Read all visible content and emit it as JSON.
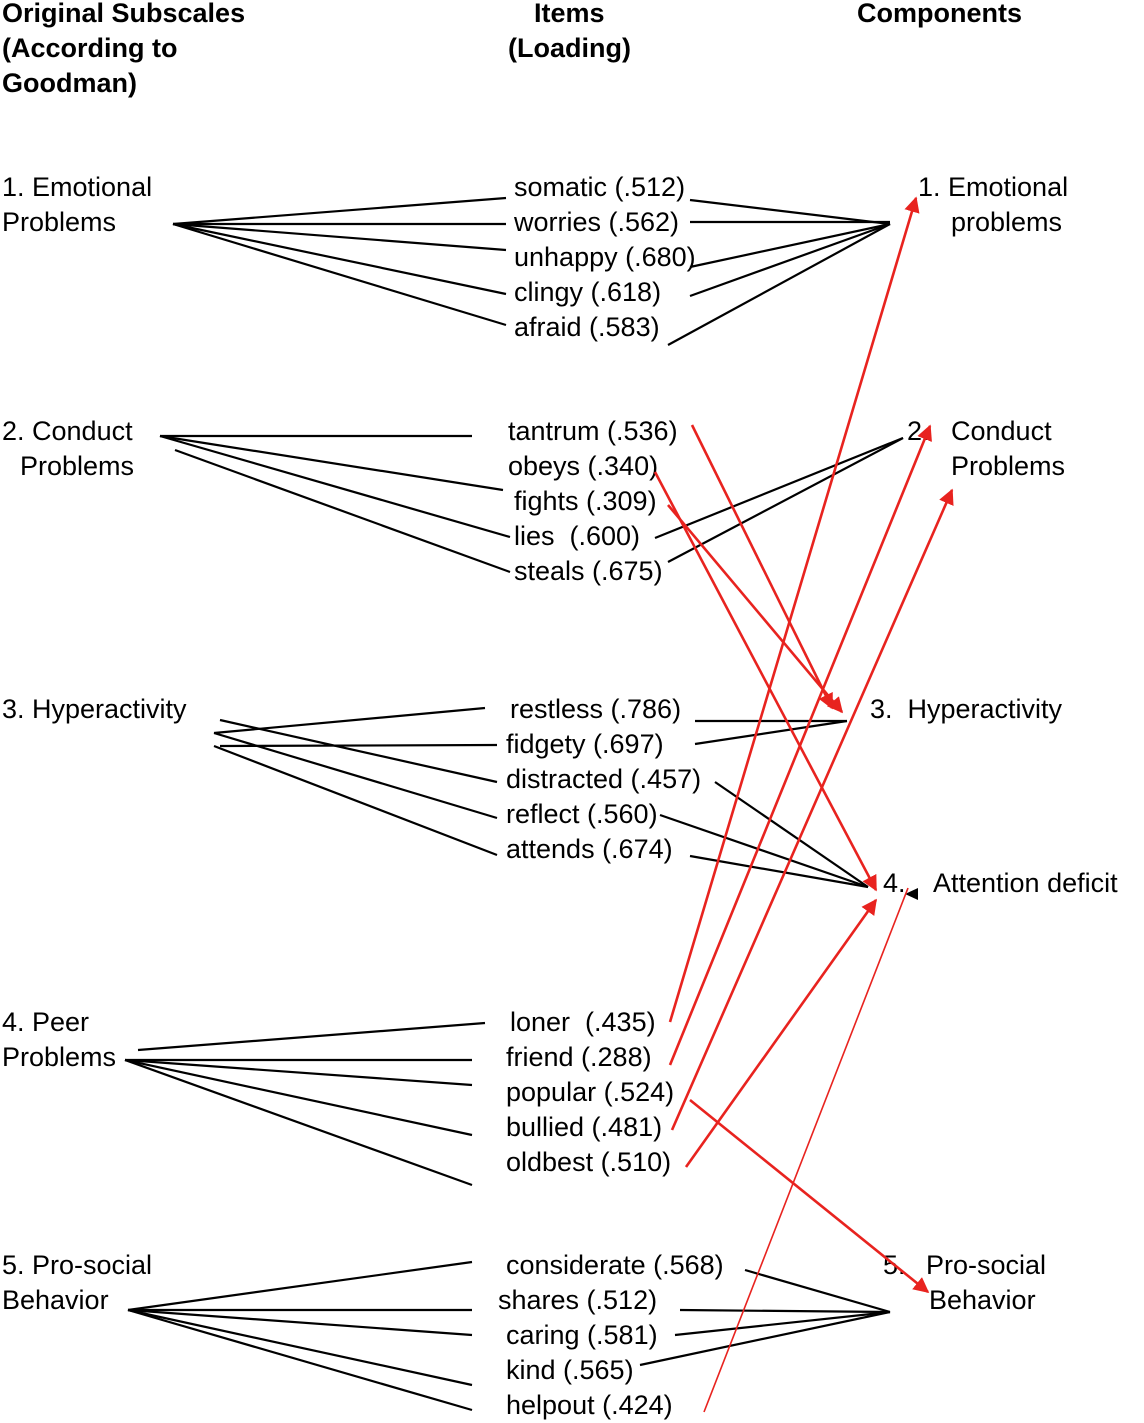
{
  "headers": {
    "subscales": [
      "Original Subscales",
      "(According to",
      "Goodman)"
    ],
    "items": [
      "Items",
      "(Loading)"
    ],
    "components": [
      "Components"
    ]
  },
  "subscales": [
    [
      "1. Emotional",
      "Problems"
    ],
    [
      "2. Conduct",
      "Problems"
    ],
    [
      "3. Hyperactivity"
    ],
    [
      "4. Peer",
      "Problems"
    ],
    [
      "5.  Pro-social",
      "Behavior"
    ]
  ],
  "items": [
    "somatic (.512)",
    "worries (.562)",
    "unhappy (.680)",
    "clingy (.618)",
    "afraid (.583)",
    "tantrum (.536)",
    "obeys (.340)",
    "fights (.309)",
    "lies  (.600)",
    "steals (.675)",
    "restless (.786)",
    "fidgety (.697)",
    "distracted (.457)",
    "reflect (.560)",
    "attends (.674)",
    "loner  (.435)",
    "friend (.288)",
    "popular (.524)",
    "bullied (.481)",
    "oldbest (.510)",
    "considerate (.568)",
    "shares (.512)",
    "caring (.581)",
    "kind (.565)",
    "helpout (.424)"
  ],
  "components": [
    [
      "1. Emotional",
      "problems"
    ],
    [
      "2.",
      "Conduct",
      "Problems"
    ],
    [
      "3.  Hyperactivity"
    ],
    [
      "4.",
      "Attention deficit"
    ],
    [
      "5.",
      "Pro-social",
      "Behavior"
    ]
  ],
  "colors": {
    "original_link": "#000000",
    "cross_link": "#e8231f"
  }
}
